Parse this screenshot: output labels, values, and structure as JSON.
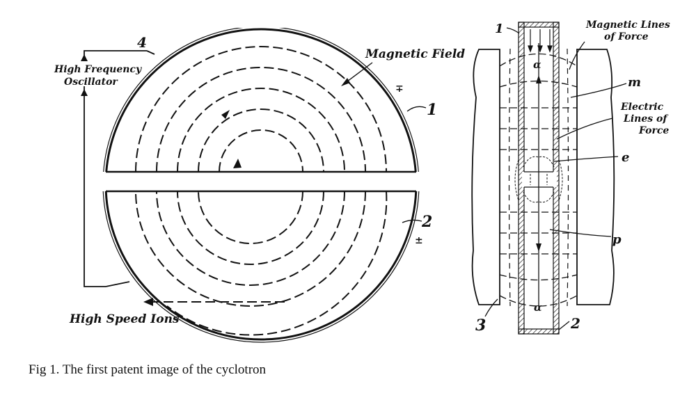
{
  "figure": {
    "caption": "Fig 1. The first patent image of the cyclotron",
    "left_view": {
      "oscillator_label_line1": "High Frequency",
      "oscillator_label_line2": "Oscillator",
      "ions_label": "High Speed Ions",
      "field_label": "Magnetic Field",
      "ref_4": "4",
      "ref_1": "1",
      "ref_2": "2",
      "sign_upper": "∓",
      "sign_lower": "±"
    },
    "right_view": {
      "magnetic_lines_label_line1": "Magnetic Lines",
      "magnetic_lines_label_line2": "of Force",
      "electric_lines_label_line1": "Electric",
      "electric_lines_label_line2": "Lines of",
      "electric_lines_label_line3": "Force",
      "ref_1": "1",
      "ref_2": "2",
      "ref_3": "3",
      "ref_m": "m",
      "ref_e": "e",
      "ref_p": "p",
      "alpha_top": "α",
      "alpha_bottom": "α"
    }
  }
}
